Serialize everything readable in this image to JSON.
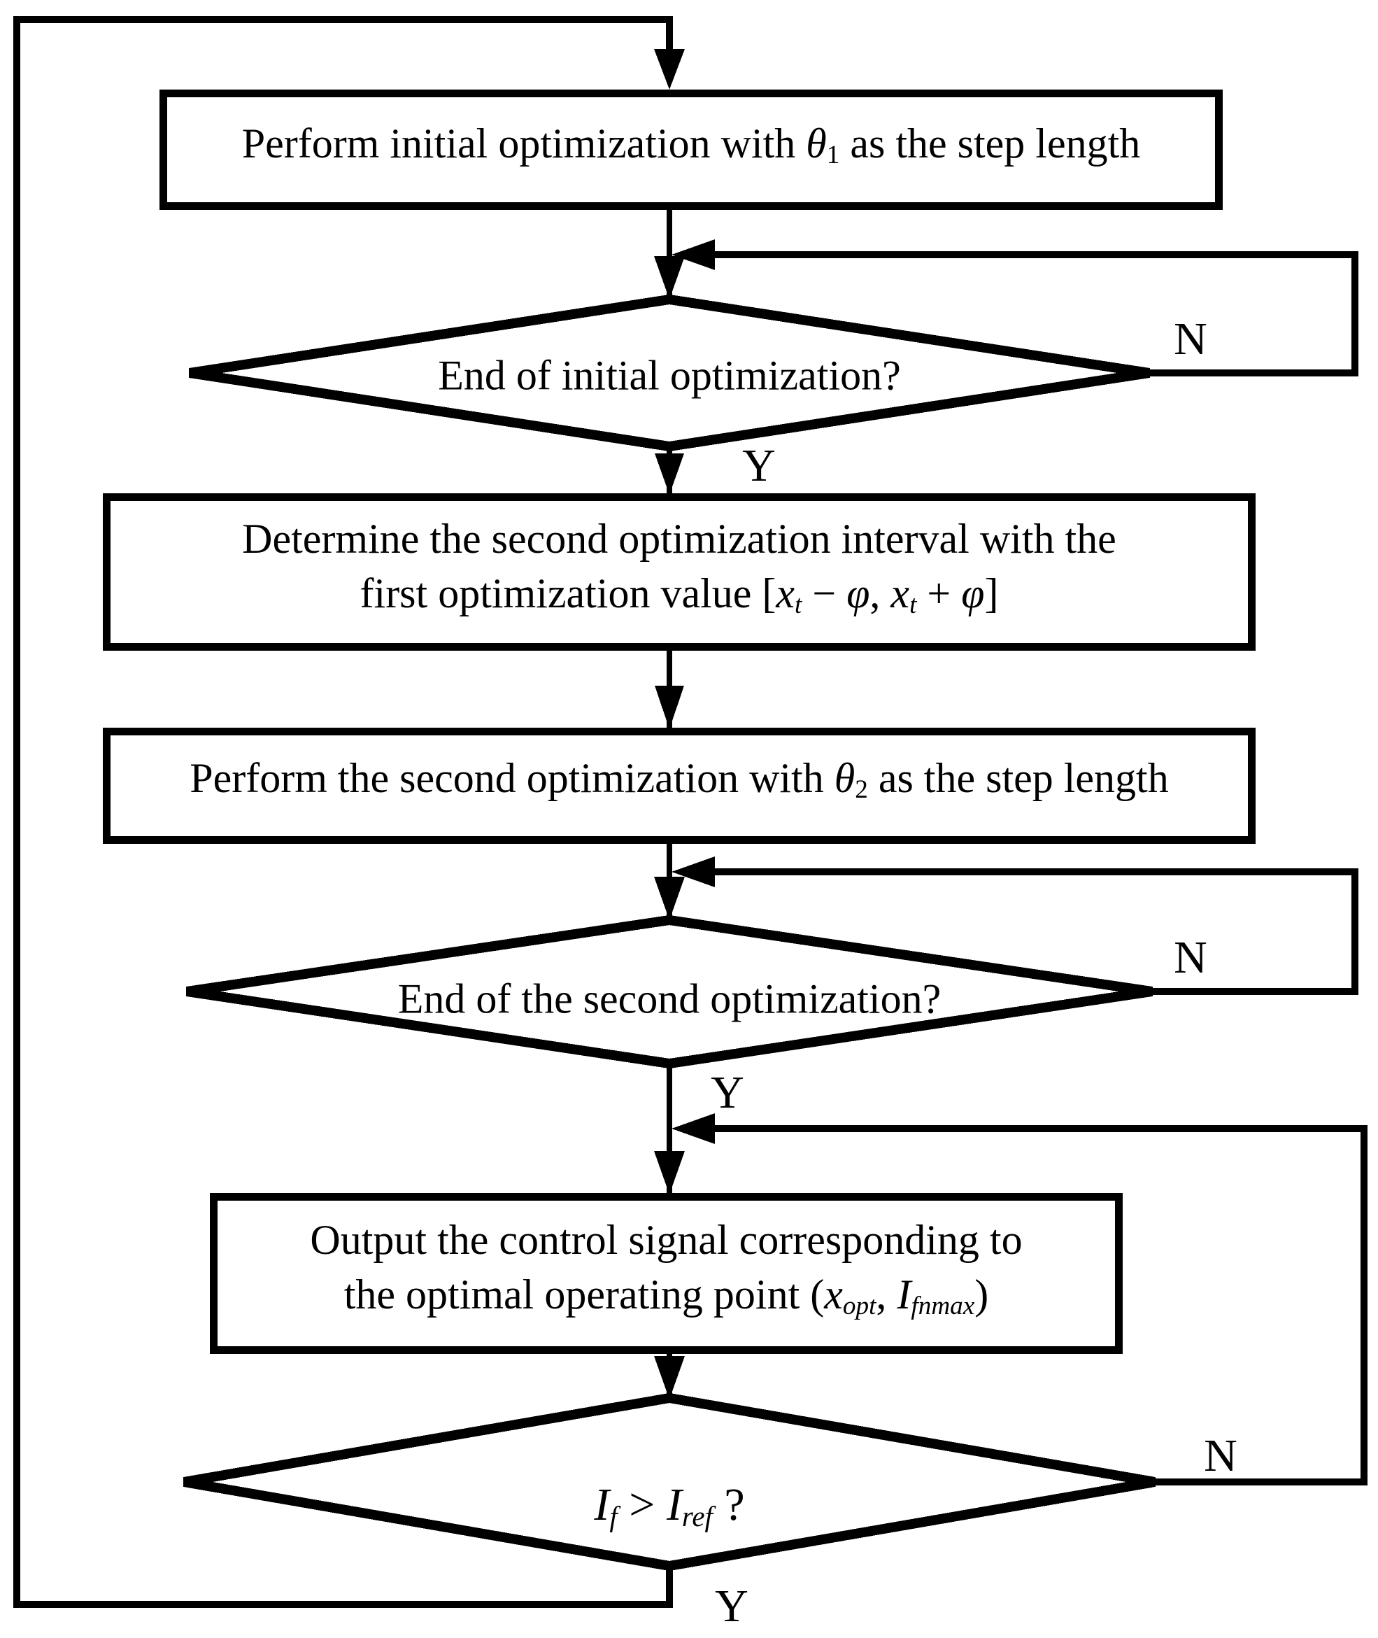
{
  "diagram": {
    "type": "flowchart",
    "colors": {
      "line": "#000000",
      "background": "#ffffff"
    },
    "boxes": {
      "box1": {
        "runs": [
          {
            "text": "Perform initial optimization with "
          },
          {
            "text": "θ",
            "italic": true
          },
          {
            "text": "1",
            "sub": true
          },
          {
            "text": " as the step length"
          }
        ]
      },
      "box2": {
        "line1_runs": [
          {
            "text": "Determine the second optimization interval with the"
          }
        ],
        "line2_runs": [
          {
            "text": "first optimization value ["
          },
          {
            "text": "x",
            "italic": true
          },
          {
            "text": "t",
            "italic": true,
            "sub": true
          },
          {
            "text": " − "
          },
          {
            "text": "φ",
            "italic": true
          },
          {
            "text": ", "
          },
          {
            "text": "x",
            "italic": true
          },
          {
            "text": "t",
            "italic": true,
            "sub": true
          },
          {
            "text": " + "
          },
          {
            "text": "φ",
            "italic": true
          },
          {
            "text": "]"
          }
        ]
      },
      "box3": {
        "runs": [
          {
            "text": "Perform the second optimization with "
          },
          {
            "text": "θ",
            "italic": true
          },
          {
            "text": "2",
            "sub": true
          },
          {
            "text": " as the step length"
          }
        ]
      },
      "box4": {
        "line1_runs": [
          {
            "text": "Output the control signal corresponding to"
          }
        ],
        "line2_runs": [
          {
            "text": "the optimal operating point ("
          },
          {
            "text": "x",
            "italic": true
          },
          {
            "text": "opt",
            "italic": true,
            "sub": true
          },
          {
            "text": ", "
          },
          {
            "text": "I",
            "italic": true
          },
          {
            "text": "fnmax",
            "italic": true,
            "sub": true
          },
          {
            "text": ")"
          }
        ]
      }
    },
    "diamonds": {
      "d1": {
        "runs": [
          {
            "text": "End of initial optimization?"
          }
        ]
      },
      "d2": {
        "runs": [
          {
            "text": "End of the second optimization?"
          }
        ]
      },
      "d3": {
        "runs": [
          {
            "text": "I",
            "italic": true
          },
          {
            "text": "f",
            "italic": true,
            "sub": true
          },
          {
            "text": " > "
          },
          {
            "text": "I",
            "italic": true
          },
          {
            "text": "ref",
            "italic": true,
            "sub": true
          },
          {
            "text": " ?"
          }
        ]
      }
    },
    "branch_labels": {
      "n1": "N",
      "y1": "Y",
      "n2": "N",
      "y2": "Y",
      "n3": "N",
      "y3": "Y"
    },
    "flow": [
      {
        "from": "start-loop",
        "to": "box1"
      },
      {
        "from": "box1",
        "to": "diamond1"
      },
      {
        "from": "diamond1",
        "branch": "N",
        "to": "arrow-before-diamond1"
      },
      {
        "from": "diamond1",
        "branch": "Y",
        "to": "box2"
      },
      {
        "from": "box2",
        "to": "box3"
      },
      {
        "from": "box3",
        "to": "diamond2"
      },
      {
        "from": "diamond2",
        "branch": "N",
        "to": "arrow-before-diamond2"
      },
      {
        "from": "diamond2",
        "branch": "Y",
        "to": "box4"
      },
      {
        "from": "box4",
        "to": "diamond3"
      },
      {
        "from": "diamond3",
        "branch": "N",
        "to": "arrow-before-box4"
      },
      {
        "from": "diamond3",
        "branch": "Y",
        "to": "box1"
      }
    ]
  }
}
